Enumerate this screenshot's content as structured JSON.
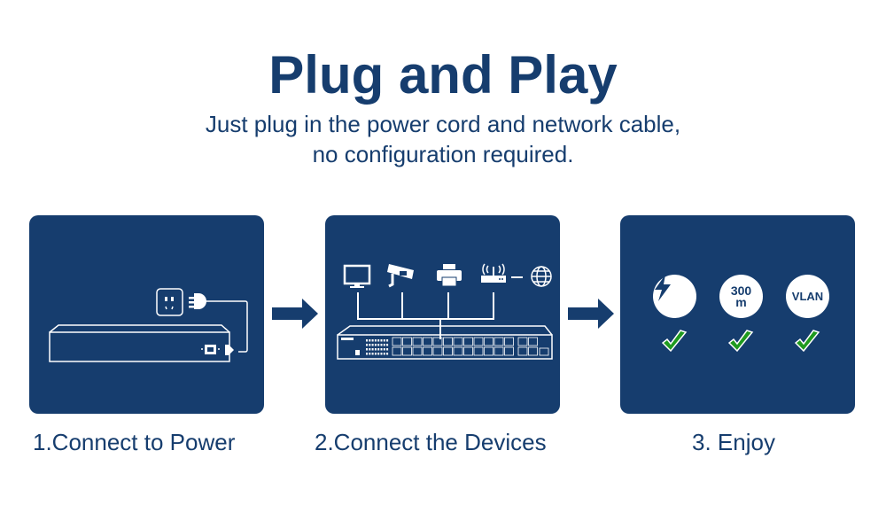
{
  "header": {
    "title": "Plug and Play",
    "subtitle_line1": "Just plug in the power cord and network cable,",
    "subtitle_line2": "no configuration required."
  },
  "steps": [
    {
      "label": "1.Connect to Power",
      "illustration": [
        "power-outlet-icon",
        "power-plug-icon",
        "switch-device",
        "power-port-icon"
      ]
    },
    {
      "label": "2.Connect the Devices",
      "illustration": [
        "monitor-icon",
        "cctv-camera-icon",
        "printer-icon",
        "wifi-router-icon",
        "globe-icon",
        "network-switch"
      ]
    },
    {
      "label": "3. Enjoy",
      "features": [
        {
          "icon": "lightning-icon",
          "text": "",
          "checked": true
        },
        {
          "icon": "distance-badge",
          "text_line1": "300",
          "text_line2": "m",
          "checked": true
        },
        {
          "icon": "vlan-badge",
          "text": "VLAN",
          "checked": true
        }
      ]
    }
  ],
  "colors": {
    "brand": "#163d6e",
    "check": "#1f9a1f",
    "background": "#ffffff"
  }
}
